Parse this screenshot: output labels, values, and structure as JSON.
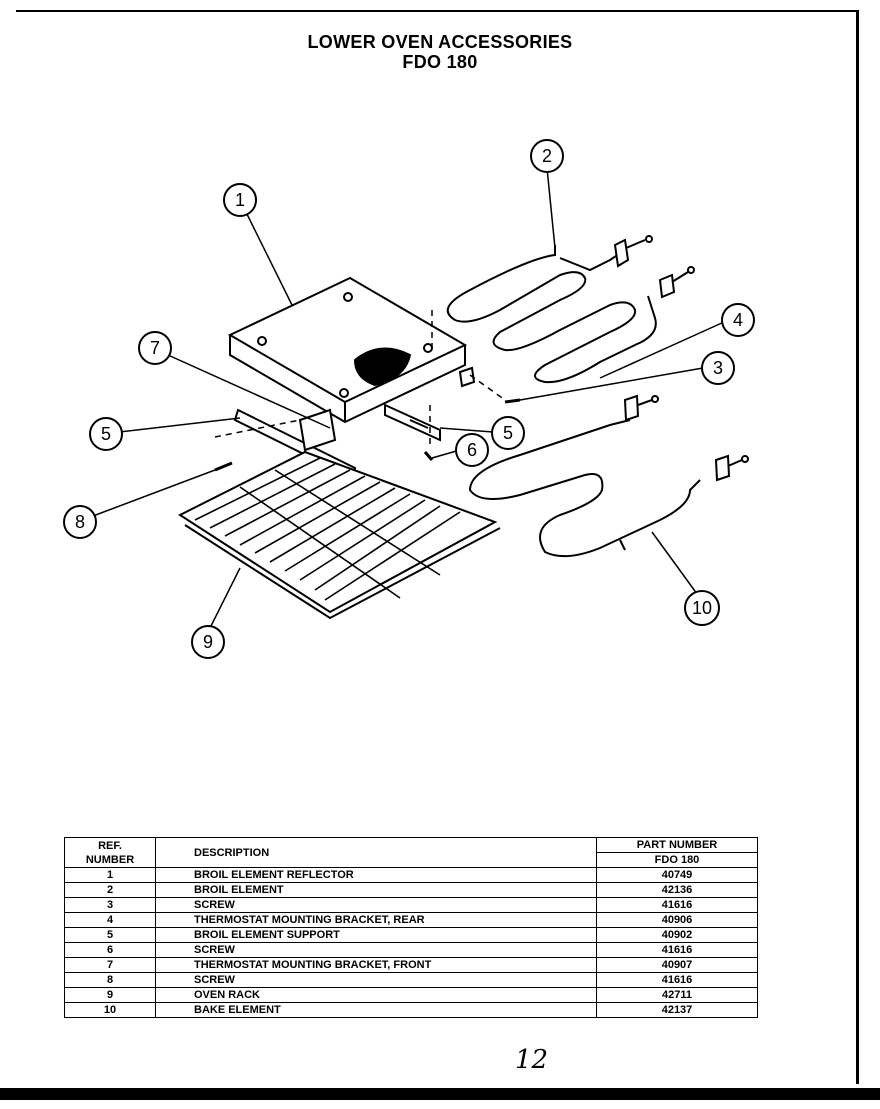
{
  "header": {
    "title": "LOWER OVEN ACCESSORIES",
    "model": "FDO 180"
  },
  "callouts": [
    "1",
    "2",
    "3",
    "4",
    "5",
    "5",
    "6",
    "7",
    "8",
    "9",
    "10"
  ],
  "table": {
    "col_ref": "REF.\nNUMBER",
    "col_ref_line1": "REF.",
    "col_ref_line2": "NUMBER",
    "col_desc": "DESCRIPTION",
    "col_part": "PART NUMBER",
    "col_part_model": "FDO 180",
    "rows": [
      {
        "ref": "1",
        "desc": "BROIL ELEMENT REFLECTOR",
        "part": "40749"
      },
      {
        "ref": "2",
        "desc": "BROIL ELEMENT",
        "part": "42136"
      },
      {
        "ref": "3",
        "desc": "SCREW",
        "part": "41616"
      },
      {
        "ref": "4",
        "desc": "THERMOSTAT MOUNTING BRACKET, REAR",
        "part": "40906"
      },
      {
        "ref": "5",
        "desc": "BROIL ELEMENT SUPPORT",
        "part": "40902"
      },
      {
        "ref": "6",
        "desc": "SCREW",
        "part": "41616"
      },
      {
        "ref": "7",
        "desc": "THERMOSTAT MOUNTING BRACKET, FRONT",
        "part": "40907"
      },
      {
        "ref": "8",
        "desc": "SCREW",
        "part": "41616"
      },
      {
        "ref": "9",
        "desc": "OVEN RACK",
        "part": "42711"
      },
      {
        "ref": "10",
        "desc": "BAKE ELEMENT",
        "part": "42137"
      }
    ]
  },
  "page_number": "12"
}
